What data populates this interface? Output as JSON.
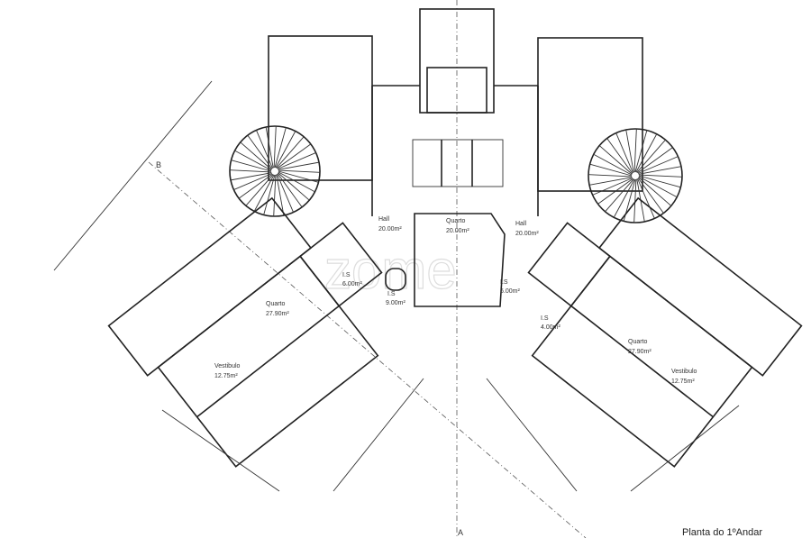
{
  "plan": {
    "title": "Planta do 1ºAndar",
    "section_mark_a": "A",
    "section_mark_b": "B",
    "watermark": "zome",
    "rooms": [
      {
        "name": "Hall",
        "area": "20.00m²"
      },
      {
        "name": "Quarto",
        "area": "20.00m²"
      },
      {
        "name": "Hall",
        "area": "20.00m²"
      },
      {
        "name": "I.S",
        "area": "6.00m²"
      },
      {
        "name": "I.S",
        "area": "9.00m²"
      },
      {
        "name": "I.S",
        "area": "6.00m²"
      },
      {
        "name": "I.S",
        "area": "4.00m²"
      },
      {
        "name": "Quarto",
        "area": "27.90m²"
      },
      {
        "name": "Vestibulo",
        "area": "12.75m²"
      },
      {
        "name": "Quarto",
        "area": "27.90m²"
      },
      {
        "name": "Vestibulo",
        "area": "12.75m²"
      }
    ]
  },
  "colors": {
    "line": "#222222",
    "background": "#ffffff"
  }
}
